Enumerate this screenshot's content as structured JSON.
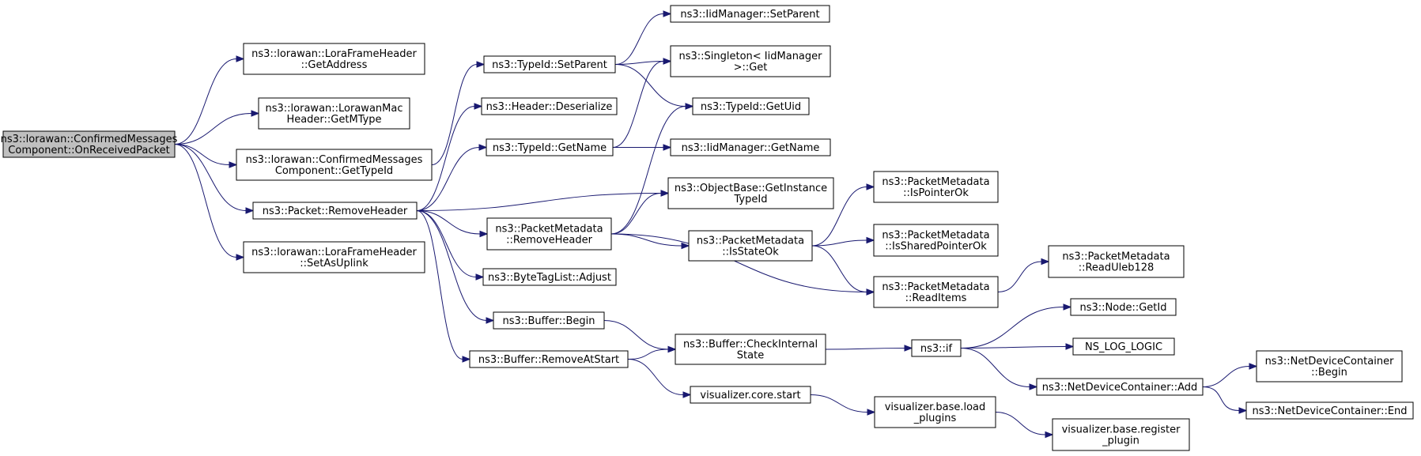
{
  "graph": {
    "nodes": [
      {
        "id": "root",
        "lines": [
          "ns3::lorawan::ConfirmedMessages",
          "Component::OnReceivedPacket"
        ],
        "highlight": true
      },
      {
        "id": "getaddress",
        "lines": [
          "ns3::lorawan::LoraFrameHeader",
          "::GetAddress"
        ]
      },
      {
        "id": "getmtype",
        "lines": [
          "ns3::lorawan::LorawanMac",
          "Header::GetMType"
        ]
      },
      {
        "id": "gettypeid",
        "lines": [
          "ns3::lorawan::ConfirmedMessages",
          "Component::GetTypeId"
        ]
      },
      {
        "id": "removeheader",
        "lines": [
          "ns3::Packet::RemoveHeader"
        ]
      },
      {
        "id": "setasuplink",
        "lines": [
          "ns3::lorawan::LoraFrameHeader",
          "::SetAsUplink"
        ]
      },
      {
        "id": "setparent",
        "lines": [
          "ns3::TypeId::SetParent"
        ]
      },
      {
        "id": "deserialize",
        "lines": [
          "ns3::Header::Deserialize"
        ]
      },
      {
        "id": "getname",
        "lines": [
          "ns3::TypeId::GetName"
        ]
      },
      {
        "id": "pm_removeheader",
        "lines": [
          "ns3::PacketMetadata",
          "::RemoveHeader"
        ]
      },
      {
        "id": "adjust",
        "lines": [
          "ns3::ByteTagList::Adjust"
        ]
      },
      {
        "id": "begin",
        "lines": [
          "ns3::Buffer::Begin"
        ]
      },
      {
        "id": "removeatstart",
        "lines": [
          "ns3::Buffer::RemoveAtStart"
        ]
      },
      {
        "id": "iid_setparent",
        "lines": [
          "ns3::IidManager::SetParent"
        ]
      },
      {
        "id": "singleton_get",
        "lines": [
          "ns3::Singleton< IidManager",
          ">::Get"
        ]
      },
      {
        "id": "getuid",
        "lines": [
          "ns3::TypeId::GetUid"
        ]
      },
      {
        "id": "iid_getname",
        "lines": [
          "ns3::IidManager::GetName"
        ]
      },
      {
        "id": "getinstancetypeid",
        "lines": [
          "ns3::ObjectBase::GetInstance",
          "TypeId"
        ]
      },
      {
        "id": "isstateok",
        "lines": [
          "ns3::PacketMetadata",
          "::IsStateOk"
        ]
      },
      {
        "id": "checkinternalstate",
        "lines": [
          "ns3::Buffer::CheckInternal",
          "State"
        ]
      },
      {
        "id": "core_start",
        "lines": [
          "visualizer.core.start"
        ]
      },
      {
        "id": "ispointerok",
        "lines": [
          "ns3::PacketMetadata",
          "::IsPointerOk"
        ]
      },
      {
        "id": "issharedpointerok",
        "lines": [
          "ns3::PacketMetadata",
          "::IsSharedPointerOk"
        ]
      },
      {
        "id": "readitems",
        "lines": [
          "ns3::PacketMetadata",
          "::ReadItems"
        ]
      },
      {
        "id": "ns3if",
        "lines": [
          "ns3::if"
        ]
      },
      {
        "id": "load_plugins",
        "lines": [
          "visualizer.base.load",
          "_plugins"
        ]
      },
      {
        "id": "readuleb128",
        "lines": [
          "ns3::PacketMetadata",
          "::ReadUleb128"
        ]
      },
      {
        "id": "node_getid",
        "lines": [
          "ns3::Node::GetId"
        ]
      },
      {
        "id": "ns_log_logic",
        "lines": [
          "NS_LOG_LOGIC"
        ]
      },
      {
        "id": "ndc_add",
        "lines": [
          "ns3::NetDeviceContainer::Add"
        ]
      },
      {
        "id": "register_plugin",
        "lines": [
          "visualizer.base.register",
          "_plugin"
        ]
      },
      {
        "id": "ndc_begin",
        "lines": [
          "ns3::NetDeviceContainer",
          "::Begin"
        ]
      },
      {
        "id": "ndc_end",
        "lines": [
          "ns3::NetDeviceContainer::End"
        ]
      }
    ],
    "edges": [
      [
        "root",
        "getaddress"
      ],
      [
        "root",
        "getmtype"
      ],
      [
        "root",
        "gettypeid"
      ],
      [
        "root",
        "removeheader"
      ],
      [
        "root",
        "setasuplink"
      ],
      [
        "gettypeid",
        "setparent"
      ],
      [
        "setparent",
        "iid_setparent"
      ],
      [
        "setparent",
        "singleton_get"
      ],
      [
        "setparent",
        "getuid"
      ],
      [
        "removeheader",
        "deserialize"
      ],
      [
        "removeheader",
        "getname"
      ],
      [
        "removeheader",
        "getinstancetypeid"
      ],
      [
        "removeheader",
        "pm_removeheader"
      ],
      [
        "removeheader",
        "adjust"
      ],
      [
        "removeheader",
        "begin"
      ],
      [
        "removeheader",
        "removeatstart"
      ],
      [
        "getname",
        "singleton_get"
      ],
      [
        "getname",
        "iid_getname"
      ],
      [
        "pm_removeheader",
        "getuid"
      ],
      [
        "pm_removeheader",
        "getinstancetypeid"
      ],
      [
        "pm_removeheader",
        "isstateok"
      ],
      [
        "pm_removeheader",
        "readitems"
      ],
      [
        "isstateok",
        "ispointerok"
      ],
      [
        "isstateok",
        "issharedpointerok"
      ],
      [
        "isstateok",
        "readitems"
      ],
      [
        "readitems",
        "readuleb128"
      ],
      [
        "begin",
        "checkinternalstate"
      ],
      [
        "removeatstart",
        "checkinternalstate"
      ],
      [
        "removeatstart",
        "core_start"
      ],
      [
        "checkinternalstate",
        "ns3if"
      ],
      [
        "ns3if",
        "node_getid"
      ],
      [
        "ns3if",
        "ns_log_logic"
      ],
      [
        "ns3if",
        "ndc_add"
      ],
      [
        "ndc_add",
        "ndc_begin"
      ],
      [
        "ndc_add",
        "ndc_end"
      ],
      [
        "core_start",
        "load_plugins"
      ],
      [
        "load_plugins",
        "register_plugin"
      ]
    ]
  }
}
